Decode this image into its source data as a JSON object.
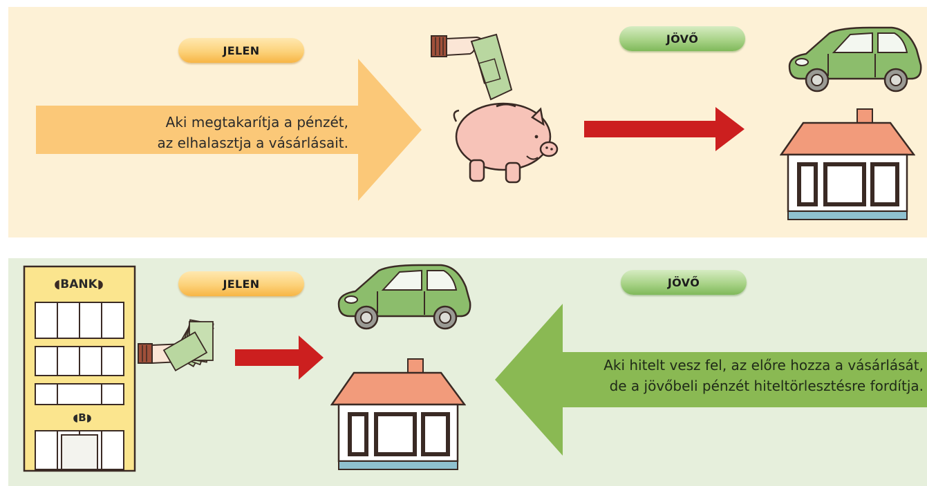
{
  "top_panel": {
    "present_label": "JELEN",
    "future_label": "JÖVŐ",
    "arrow_text_line1": "Aki megtakarítja a pénzét,",
    "arrow_text_line2": "az elhalasztja a vásárlásait."
  },
  "bottom_panel": {
    "present_label": "JELEN",
    "future_label": "JÖVŐ",
    "arrow_text_line1": "Aki hitelt vesz fel, az előre hozza a vásárlását,",
    "arrow_text_line2": "de a jövőbeli pénzét hiteltörlesztésre fordítja.",
    "bank_sign": "BANK",
    "bank_logo_letter": "B"
  },
  "colors": {
    "top_background": "#fdf1d6",
    "bottom_background": "#e6efdc",
    "orange_arrow": "#fbc878",
    "green_arrow": "#8ab953",
    "red_arrow": "#cc1f1f",
    "car_body": "#8cbd6c",
    "roof": "#f29b7b",
    "piggy": "#f7c3b8",
    "bank_yellow": "#fbe58e"
  },
  "icons": [
    "hand-with-banknote-icon",
    "piggy-bank-icon",
    "car-icon",
    "house-icon",
    "bank-building-icon",
    "hand-with-cash-icon"
  ]
}
